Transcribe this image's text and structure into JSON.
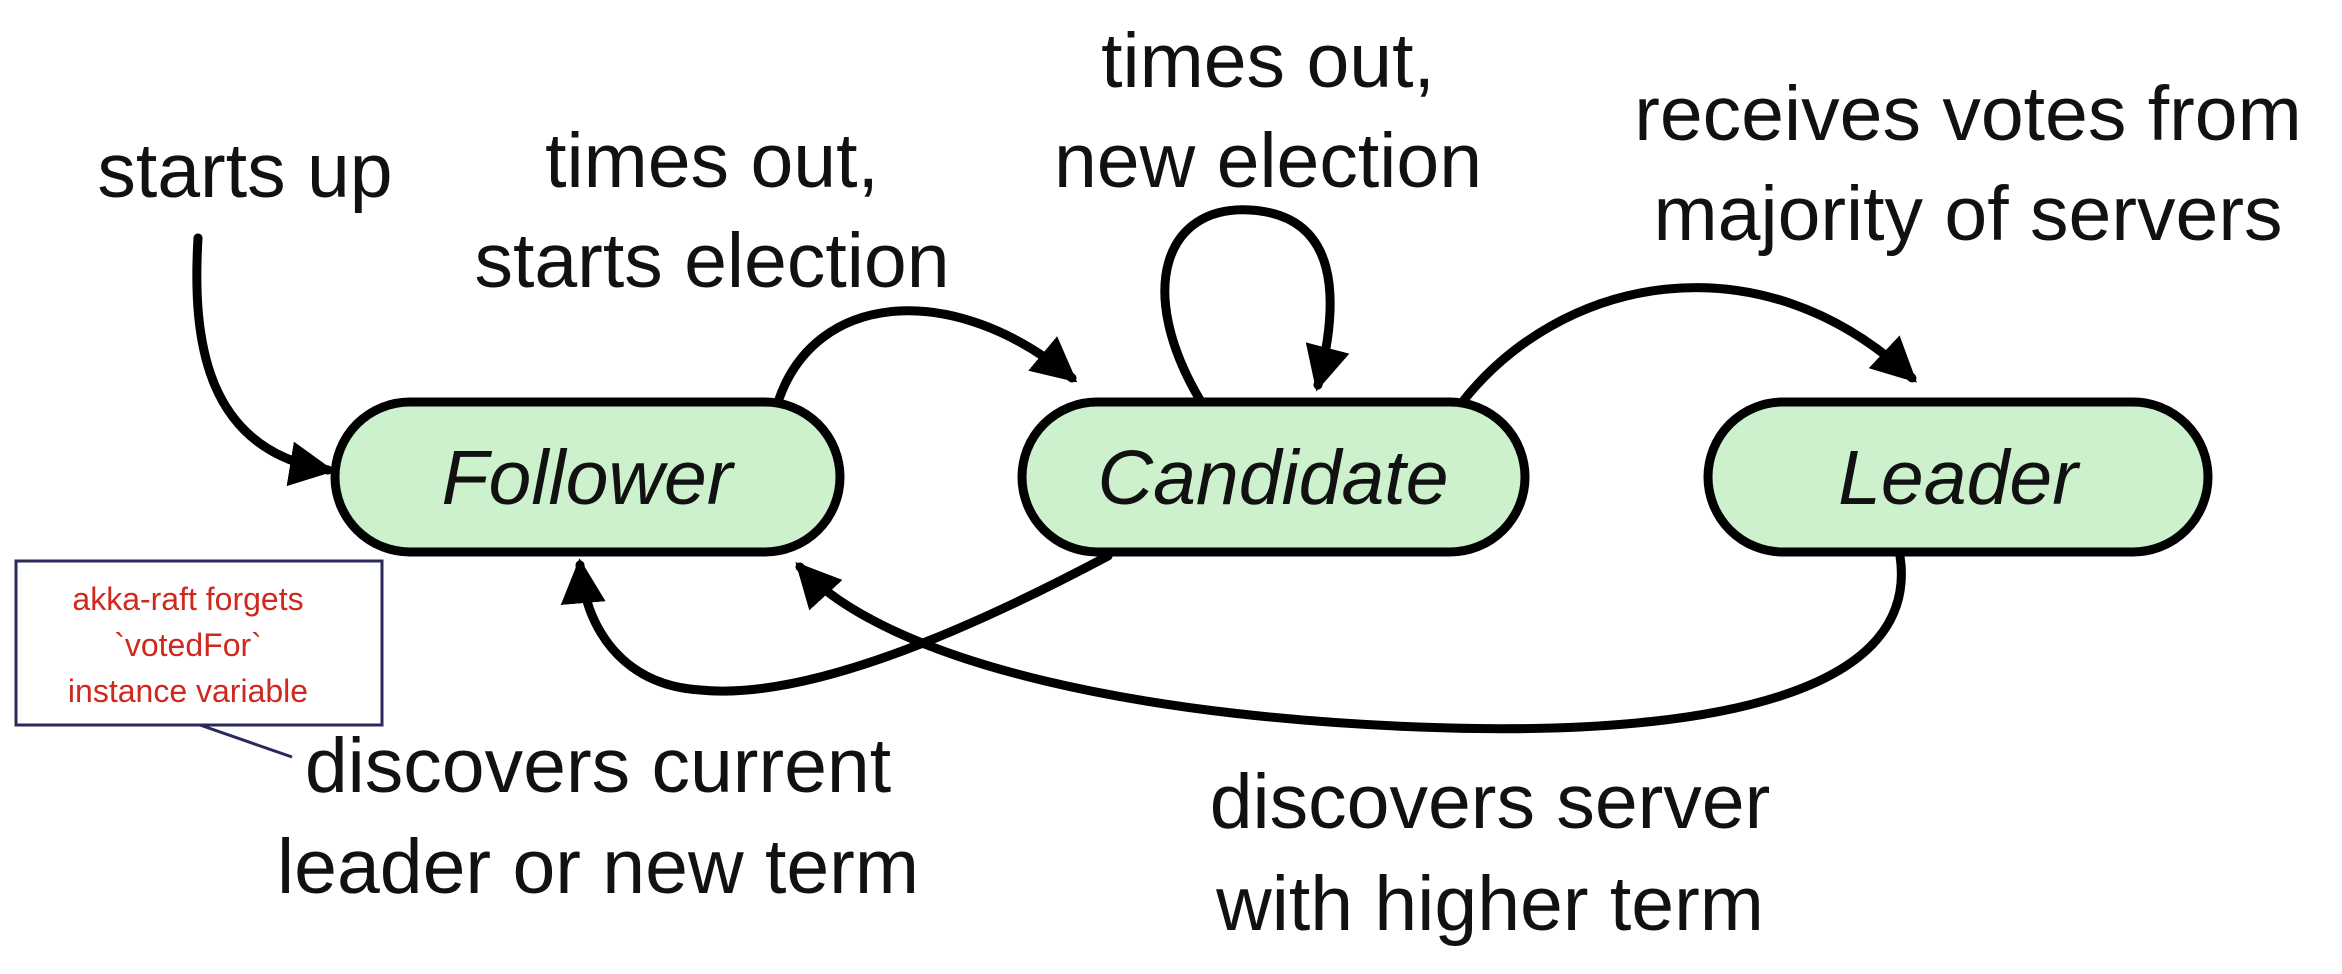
{
  "states": {
    "follower": "Follower",
    "candidate": "Candidate",
    "leader": "Leader"
  },
  "transitions": {
    "starts_up": [
      "starts up"
    ],
    "follower_to_candidate": [
      "times out,",
      "starts election"
    ],
    "candidate_self": [
      "times out,",
      "new election"
    ],
    "candidate_to_leader": [
      "receives votes from",
      "majority of servers"
    ],
    "candidate_to_follower": [
      "discovers current",
      "leader or new term"
    ],
    "leader_to_follower": [
      "discovers server",
      "with higher term"
    ]
  },
  "annotation": {
    "lines": [
      "akka-raft forgets",
      "`votedFor`",
      "instance variable"
    ]
  },
  "colors": {
    "state_fill": "#cdf0cd",
    "outline": "#000000",
    "note_text": "#d0281c",
    "note_border": "#2a2a5a"
  }
}
